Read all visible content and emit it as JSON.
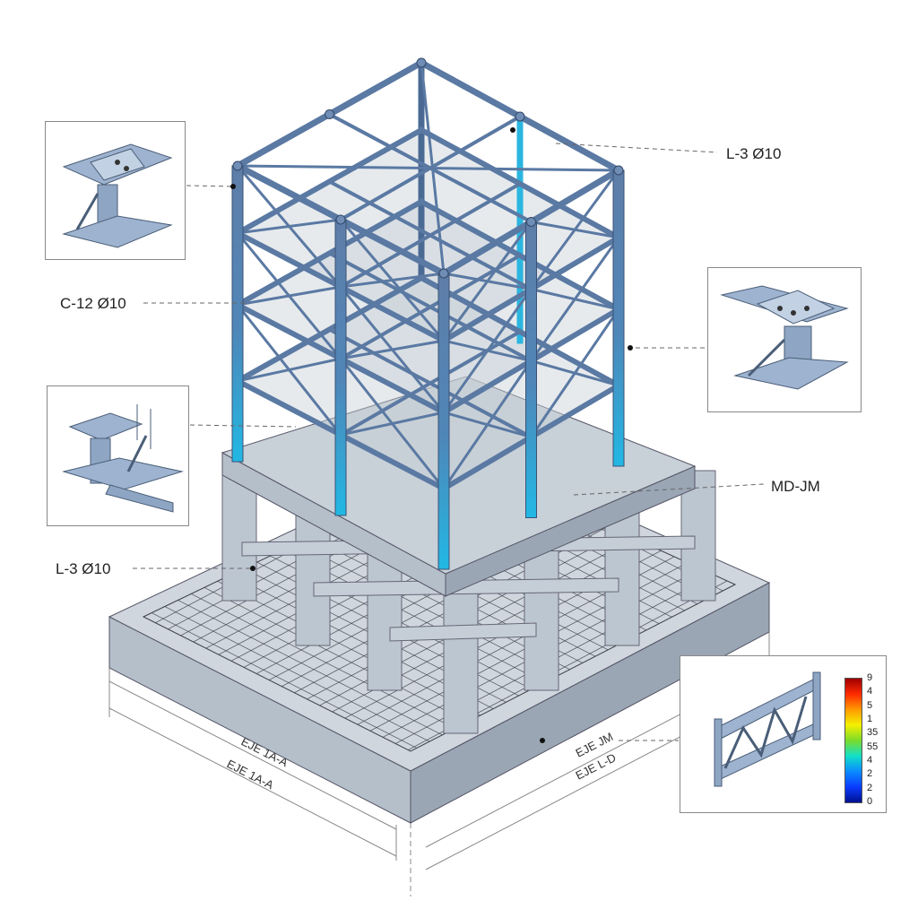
{
  "labels": {
    "top_right": "L-3 Ø10",
    "left_column": "C-12 Ø10",
    "platform": "MD-JM",
    "lower_left": "L-3 Ø10"
  },
  "axes": {
    "left_inner": "EJE 1A-A",
    "left_outer": "EJE 1A-A",
    "right_inner": "EJE JM",
    "right_outer": "EJE L-D"
  },
  "legend": {
    "ticks": [
      "9",
      "4",
      "5",
      "1",
      "35",
      "55",
      "4",
      "2",
      "2",
      "0"
    ]
  },
  "colors": {
    "steel": "#5f7ea8",
    "steel_highlight": "#2bb6e0",
    "concrete": "#b9c3cd",
    "concrete_dark": "#8e9aa8",
    "mesh": "#3a3f48"
  }
}
